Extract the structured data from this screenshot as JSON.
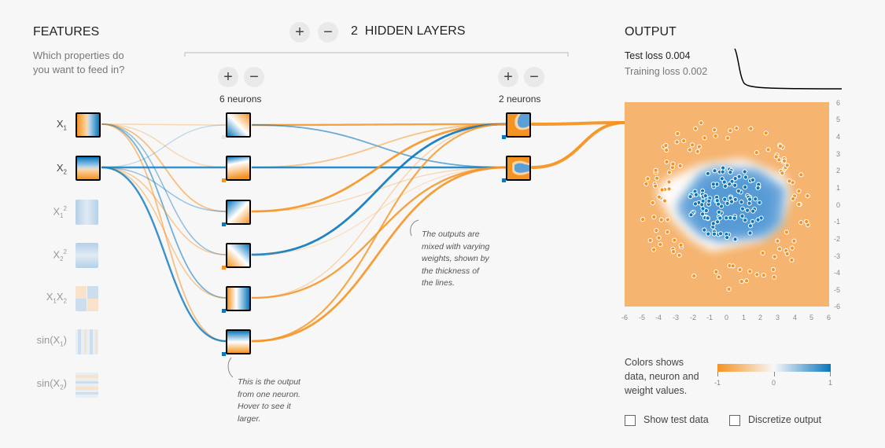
{
  "features": {
    "title": "FEATURES",
    "subtitle_lines": [
      "Which properties do",
      "you want to feed in?"
    ],
    "items": [
      {
        "base": "X",
        "sub": "1",
        "sup": "",
        "active": true
      },
      {
        "base": "X",
        "sub": "2",
        "sup": "",
        "active": true
      },
      {
        "base": "X",
        "sub": "1",
        "sup": "2",
        "active": false
      },
      {
        "base": "X",
        "sub": "2",
        "sup": "2",
        "active": false
      },
      {
        "base": "X",
        "sub": "1",
        "sup": "",
        "base2": "X",
        "sub2": "2",
        "active": false
      },
      {
        "prefix": "sin(",
        "base": "X",
        "sub": "1",
        "suffix": ")",
        "active": false
      },
      {
        "prefix": "sin(",
        "base": "X",
        "sub": "2",
        "suffix": ")",
        "active": false
      }
    ]
  },
  "hidden": {
    "count": "2",
    "label": "HIDDEN LAYERS",
    "plus": "+",
    "minus": "−",
    "layer1_neurons": "6 neurons",
    "layer2_neurons": "2 neurons"
  },
  "notes": {
    "mix": [
      "The outputs are",
      "mixed with varying",
      "weights, shown by",
      "the thickness of",
      "the lines."
    ],
    "neuron": [
      "This is the output",
      "from one neuron.",
      "Hover to see it",
      "larger."
    ]
  },
  "output": {
    "title": "OUTPUT",
    "test_loss_label": "Test loss",
    "test_loss_value": "0.004",
    "train_loss_label": "Training loss",
    "train_loss_value": "0.002",
    "y_ticks": [
      "6",
      "5",
      "4",
      "3",
      "2",
      "1",
      "0",
      "-1",
      "-2",
      "-3",
      "-4",
      "-5",
      "-6"
    ],
    "x_ticks": [
      "-6",
      "-5",
      "-4",
      "-3",
      "-2",
      "-1",
      "0",
      "1",
      "2",
      "3",
      "4",
      "5",
      "6"
    ]
  },
  "legend": {
    "text_lines": [
      "Colors shows",
      "data, neuron and",
      "weight values."
    ],
    "ticks": [
      "-1",
      "0",
      "1"
    ]
  },
  "options": {
    "show_test": "Show test data",
    "discretize": "Discretize output"
  },
  "colors": {
    "orange": "#f59322",
    "blue": "#0877bd",
    "bg": "#f7f7f7"
  }
}
